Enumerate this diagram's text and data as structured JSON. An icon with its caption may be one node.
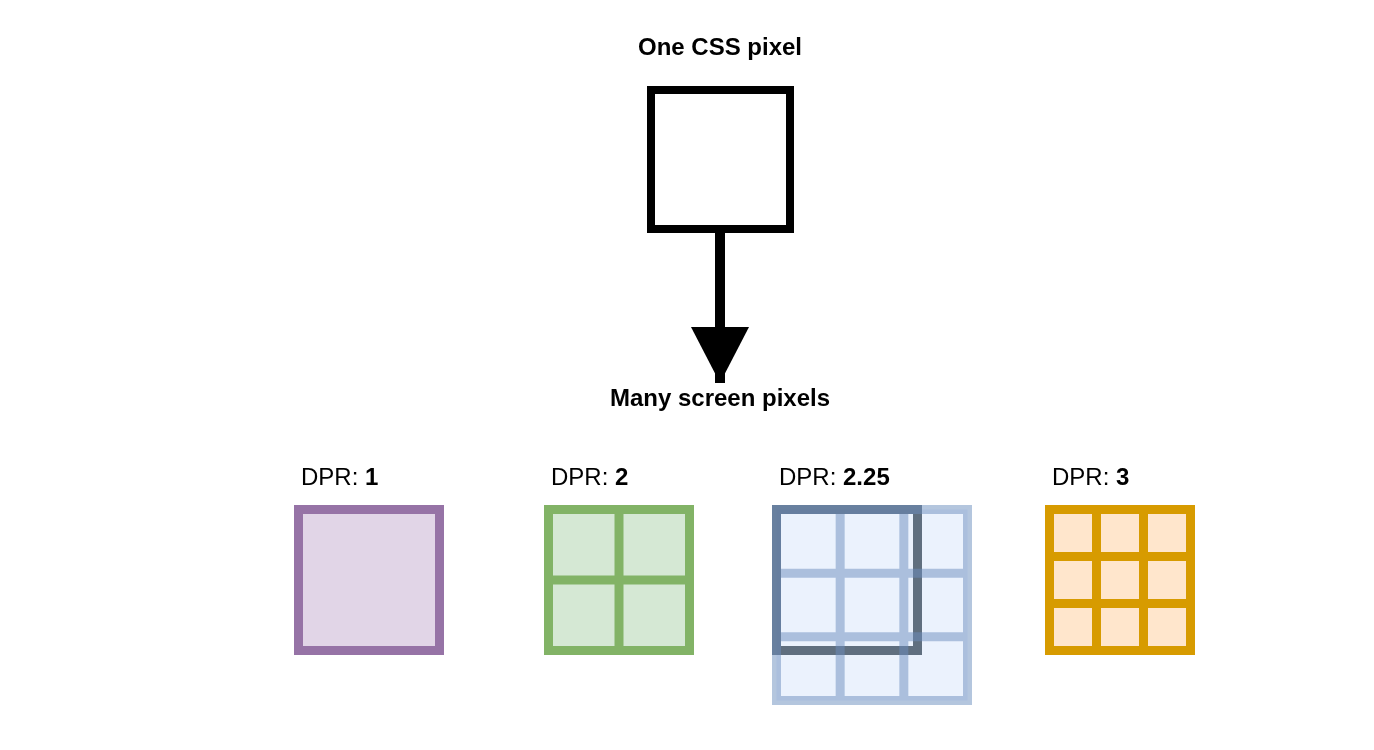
{
  "diagram": {
    "nodes": [
      {
        "text": [
          "One CSS pixel"
        ]
      },
      {
        "text": [
          "Many screen pixels"
        ]
      },
      {
        "text": [
          "DPR: **1**"
        ]
      },
      {
        "text": [
          "DPR: **2**"
        ]
      },
      {
        "text": [
          "DPR: **2.25**"
        ]
      },
      {
        "text": [
          "DPR: **3**"
        ]
      }
    ],
    "edges": [
      {
        "from": 0,
        "to": 1,
        "arrow": "to"
      }
    ]
  }
}
